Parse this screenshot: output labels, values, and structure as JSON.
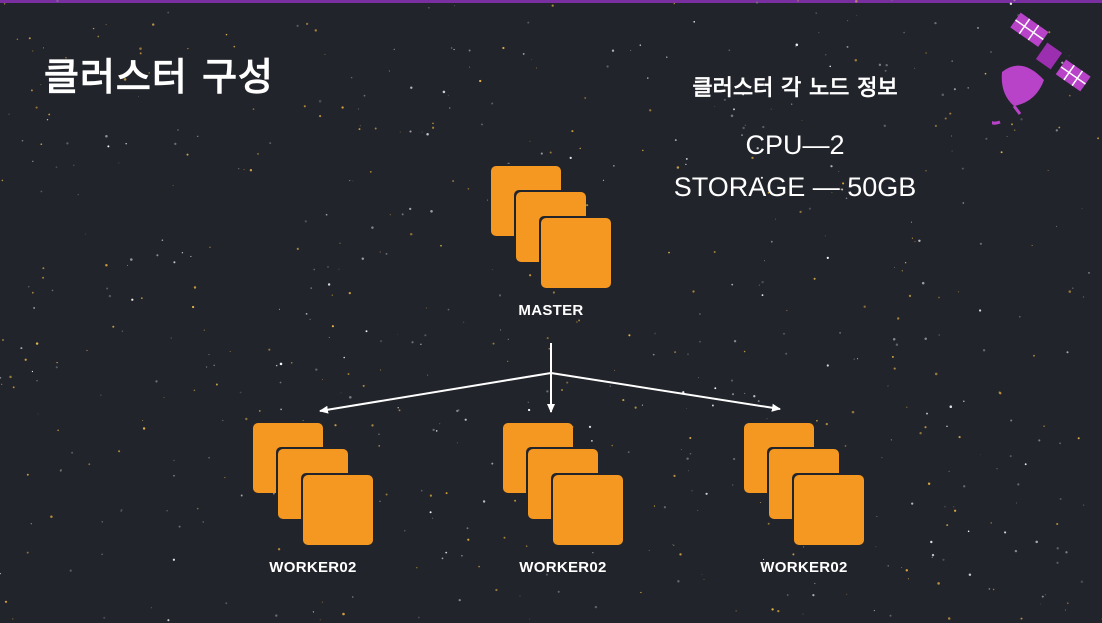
{
  "slide": {
    "title": "클러스터 구성"
  },
  "info": {
    "heading": "클러스터 각 노드 정보",
    "cpu": "CPU—2",
    "storage": "STORAGE — 50GB"
  },
  "nodes": {
    "master": "MASTER",
    "worker_left": "WORKER02",
    "worker_middle": "WORKER02",
    "worker_right": "WORKER02"
  },
  "colors": {
    "background": "#22242c",
    "node_fill": "#f49822",
    "accent_purple": "#b843c9",
    "star_yellow": "#e8b84a"
  },
  "icons": {
    "node": "stacked-server-icon",
    "decoration": "satellite-icon"
  }
}
